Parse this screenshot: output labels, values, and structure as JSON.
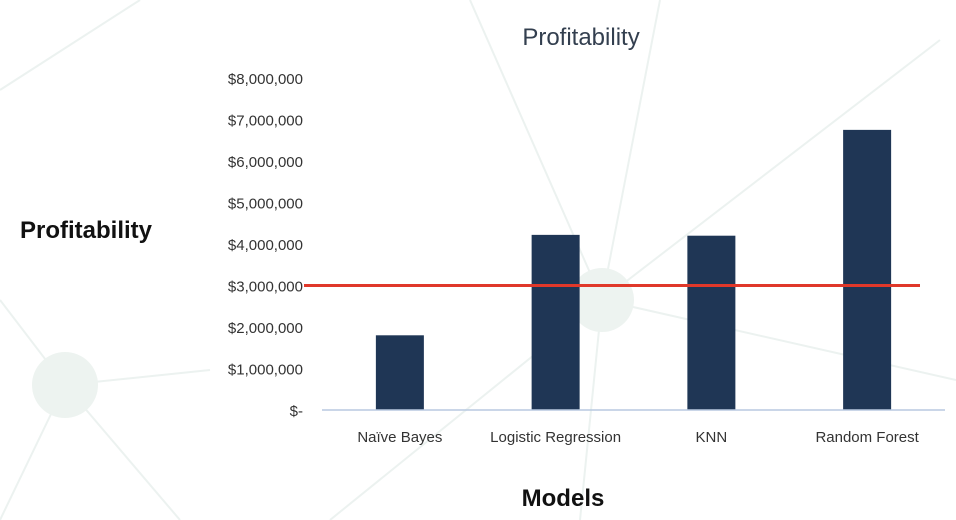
{
  "chart_data": {
    "type": "bar",
    "title": "Profitability",
    "ylabel": "Profitability",
    "xlabel": "Models",
    "categories": [
      "Naïve Bayes",
      "Logistic Regression",
      "KNN",
      "Random Forest"
    ],
    "values": [
      1800000,
      4220000,
      4200000,
      6750000
    ],
    "y_tick_labels": [
      "$-",
      "$1,000,000",
      "$2,000,000",
      "$3,000,000",
      "$4,000,000",
      "$5,000,000",
      "$6,000,000",
      "$7,000,000",
      "$8,000,000"
    ],
    "y_tick_values": [
      0,
      1000000,
      2000000,
      3000000,
      4000000,
      5000000,
      6000000,
      7000000,
      8000000
    ],
    "ylim": [
      0,
      8000000
    ],
    "reference_line": {
      "value": 3000000
    },
    "grid": false,
    "colors": {
      "bar": "#1f3655",
      "reference_line": "#e0382a",
      "axis": "#b8c9e0",
      "title": "#333f4f"
    }
  }
}
